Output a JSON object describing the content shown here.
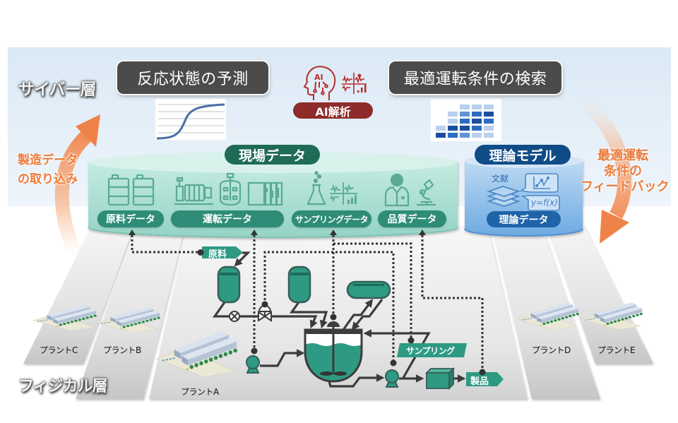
{
  "layers": {
    "cyber": "サイバー層",
    "physical": "フィジカル層"
  },
  "cyber": {
    "prediction": {
      "title": "反応状態の予測"
    },
    "search": {
      "title": "最適運転条件の検索",
      "heatmap_levels": [
        [
          0,
          0,
          1,
          1,
          1
        ],
        [
          0,
          1,
          2,
          3,
          4
        ],
        [
          0,
          1,
          3,
          4,
          3
        ],
        [
          1,
          4,
          4,
          3,
          1
        ],
        [
          4,
          3,
          2,
          1,
          1
        ]
      ]
    },
    "ai": {
      "icon_text": "AI",
      "label": "AI解析"
    }
  },
  "flows": {
    "upload": {
      "line1": "製造データ",
      "line2": "の取り込み"
    },
    "feedback": {
      "line1": "最適運転",
      "line2": "条件の",
      "line3": "フィードバック"
    }
  },
  "field_data": {
    "title": "現場データ",
    "categories": [
      {
        "label": "原料データ"
      },
      {
        "label": "運転データ"
      },
      {
        "label": "サンプリングデータ"
      },
      {
        "label": "品質データ"
      }
    ]
  },
  "theory": {
    "title": "理論モデル",
    "literature": "文献",
    "formula": "y=f(x)",
    "data_label": "理論データ"
  },
  "process": {
    "raw_material": "原料",
    "sampling": "サンプリング",
    "product": "製品"
  },
  "plants": {
    "a": "プラントA",
    "b": "プラントB",
    "c": "プラントC",
    "d": "プラントD",
    "e": "プラントE"
  },
  "colors": {
    "field_teal": "#2e8c78",
    "field_dark": "#1f6b57",
    "theory_blue": "#0f4c87",
    "ai_red": "#8e2b2b",
    "flow_orange": "#ec7b3b",
    "title_gray": "#4b4b4b",
    "heatmap_palette": [
      "#ffffff",
      "#b9d0ee",
      "#5f95d8",
      "#2c6dc2",
      "#1b4f9e"
    ]
  }
}
